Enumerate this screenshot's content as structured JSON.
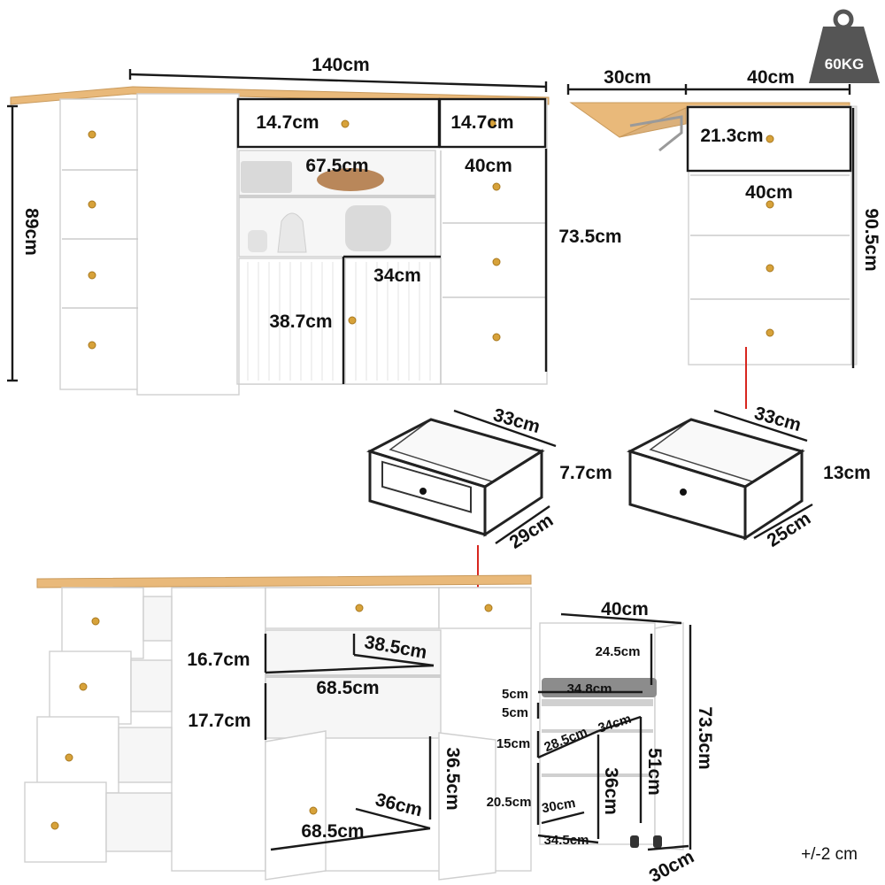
{
  "weight_badge": {
    "text": "60KG"
  },
  "tolerance": "+/-2 cm",
  "top_island": {
    "total_width": "140cm",
    "height": "89cm",
    "top_drawer_left": "14.7cm",
    "top_drawer_right": "14.7cm",
    "open_shelf_width": "67.5cm",
    "right_drawer_width": "40cm",
    "right_stack_height": "73.5cm",
    "cabinet_door_width": "34cm",
    "cabinet_height": "38.7cm"
  },
  "side_view": {
    "leaf_width": "30cm",
    "body_width": "40cm",
    "top_drawer_height": "21.3cm",
    "drawer_width": "40cm",
    "height": "90.5cm"
  },
  "drawer_small": {
    "width": "33cm",
    "height": "7.7cm",
    "depth": "29cm"
  },
  "drawer_large": {
    "width": "33cm",
    "height": "13cm",
    "depth": "25cm"
  },
  "bottom_island": {
    "shelf1_height": "16.7cm",
    "shelf1_depth": "38.5cm",
    "shelf1_width": "68.5cm",
    "shelf2_height": "17.7cm",
    "cabinet_height": "36.5cm",
    "cabinet_depth": "36cm",
    "cabinet_width": "68.5cm"
  },
  "side_cabinet": {
    "width": "40cm",
    "top_shelf_height": "24.5cm",
    "cushion_width": "34.8cm",
    "cushion_gap_top": "5cm",
    "cushion_gap_bottom": "5cm",
    "shelf_depth": "34cm",
    "shelf_width": "28.5cm",
    "shelf_height": "15cm",
    "lower_height": "20.5cm",
    "lower_width": "30cm",
    "base_width": "34.5cm",
    "inner_height": "36cm",
    "door_height": "51cm",
    "total_height": "73.5cm",
    "depth": "30cm"
  },
  "colors": {
    "wood": "#e9b97a",
    "knob": "#d7a23a",
    "badge": "#555555",
    "accent_line": "#d8261e"
  }
}
